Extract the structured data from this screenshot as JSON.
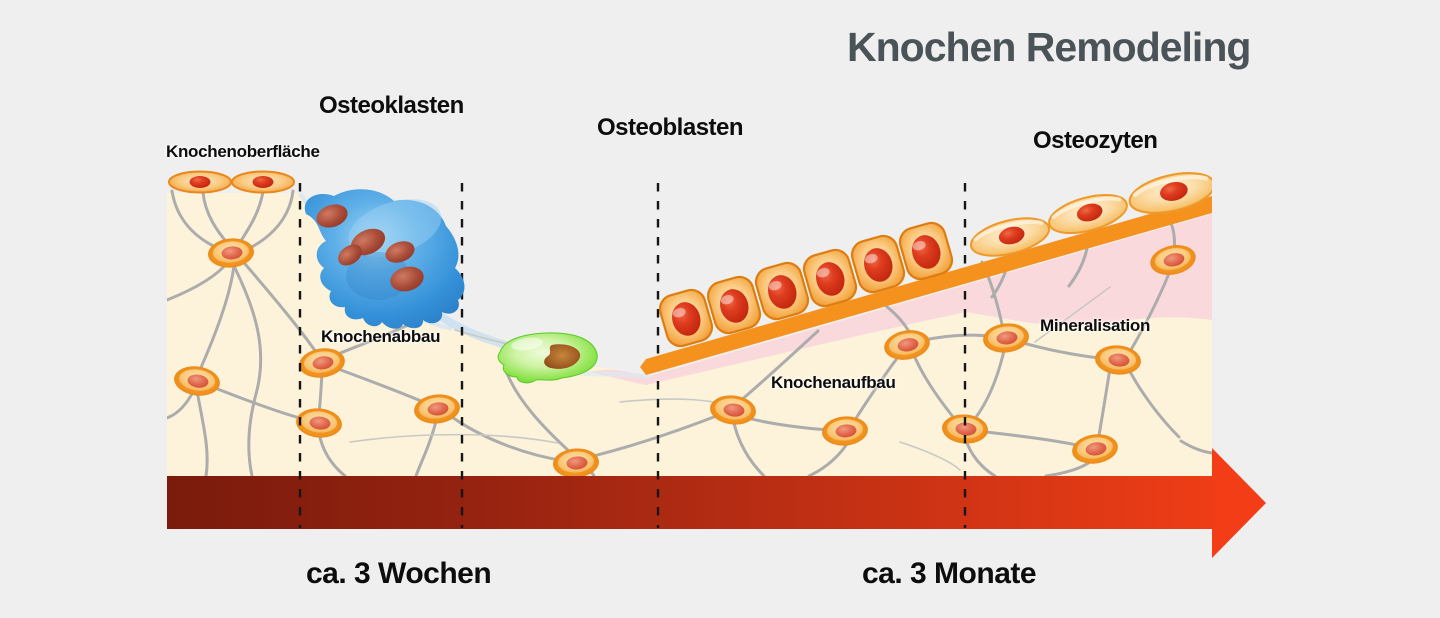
{
  "title": "Knochen Remodeling",
  "labels": {
    "osteoklasten": "Osteoklasten",
    "osteoblasten": "Osteoblasten",
    "osteozyten": "Osteozyten",
    "knochenoberflaeche": "Knochenoberfläche",
    "knochenabbau": "Knochenabbau",
    "knochenaufbau": "Knochenaufbau",
    "mineralisation": "Mineralisation"
  },
  "timeline": {
    "left": "ca. 3 Wochen",
    "right": "ca. 3 Monate"
  },
  "colors": {
    "background": "#efefef",
    "title_color": "#4a5458",
    "bone_matrix": "#fcf3da",
    "osteoid_pink": "#fad9dc",
    "new_bone_band": "#f5921e",
    "osteoclast_blue": "#3390d8",
    "reversal_cell_green": "#7fe348",
    "cell_orange": "#f4a13a",
    "nucleus_red": "#d42c12",
    "dendrite_gray": "#acacac",
    "timeline_start": "#7a1b0c",
    "timeline_end": "#f23d16"
  }
}
